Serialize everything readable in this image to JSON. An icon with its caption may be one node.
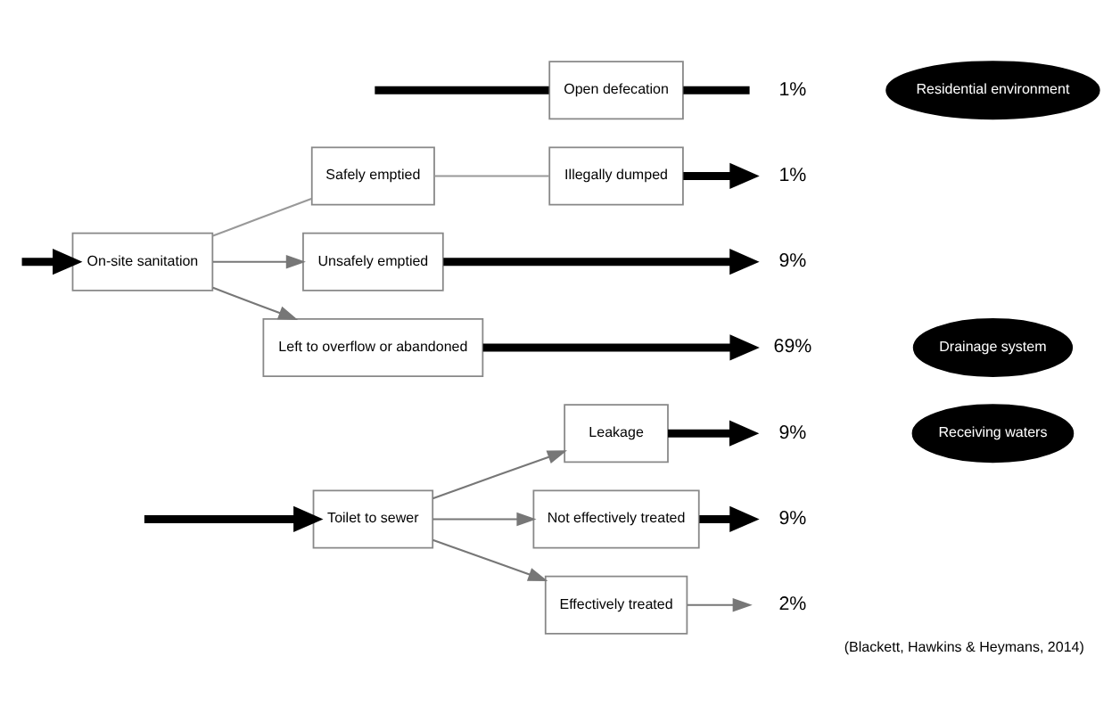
{
  "diagram": {
    "caption": "(Blackett, Hawkins & Heymans, 2014)",
    "nodes": [
      {
        "text": [
          "Toilet to sewer"
        ]
      },
      {
        "text": [
          "Leakage"
        ]
      },
      {
        "text": [
          "Not effectively treated"
        ]
      },
      {
        "text": [
          "Effectively treated"
        ]
      },
      {
        "text": [
          "2%"
        ]
      },
      {
        "text": [
          "On-site sanitation"
        ]
      },
      {
        "text": [
          "Safely emptied"
        ]
      },
      {
        "text": [
          "Illegally dumped"
        ]
      },
      {
        "text": [
          "Unsafely emptied"
        ]
      },
      {
        "text": [
          "Left to overflow or abandoned"
        ]
      },
      {
        "text": [
          "Open defecation"
        ]
      },
      {
        "text": [
          "1%"
        ]
      },
      {
        "text": [
          "69%"
        ]
      },
      {
        "text": [
          "9%"
        ]
      },
      {
        "text": [
          "9%"
        ]
      },
      {
        "text": [
          "1%"
        ]
      },
      {
        "text": [
          "9%"
        ]
      },
      {
        "text": [
          "Residential environment"
        ]
      },
      {
        "text": [
          "Drainage system"
        ]
      },
      {
        "text": [
          "Receiving waters"
        ]
      }
    ],
    "edges": [
      {
        "from": null,
        "to": 0,
        "arrow": "to"
      },
      {
        "from": null,
        "to": 5,
        "arrow": "to"
      },
      {
        "from": null,
        "to": 10,
        "arrow": "none"
      },
      {
        "from": 0,
        "to": 1,
        "arrow": "to",
        "color": "#777777"
      },
      {
        "from": 0,
        "to": 2,
        "arrow": "to",
        "color": "#777777"
      },
      {
        "from": 0,
        "to": 3,
        "arrow": "to",
        "color": "#777777"
      },
      {
        "from": 3,
        "to": 4,
        "arrow": "to",
        "color": "#777777"
      },
      {
        "from": 1,
        "to": 13,
        "arrow": "to"
      },
      {
        "from": 2,
        "to": 16,
        "arrow": "to"
      },
      {
        "from": 5,
        "to": 6,
        "arrow": "none",
        "color": "#999999"
      },
      {
        "from": 6,
        "to": 7,
        "arrow": "none",
        "color": "#999999"
      },
      {
        "from": 7,
        "to": 15,
        "arrow": "to"
      },
      {
        "from": 5,
        "to": 8,
        "arrow": "to",
        "color": "#777777"
      },
      {
        "from": 8,
        "to": 14,
        "arrow": "to"
      },
      {
        "from": 5,
        "to": 9,
        "arrow": "to",
        "color": "#777777"
      },
      {
        "from": 9,
        "to": 12,
        "arrow": "to"
      },
      {
        "from": 10,
        "to": 11,
        "arrow": "none"
      }
    ]
  }
}
